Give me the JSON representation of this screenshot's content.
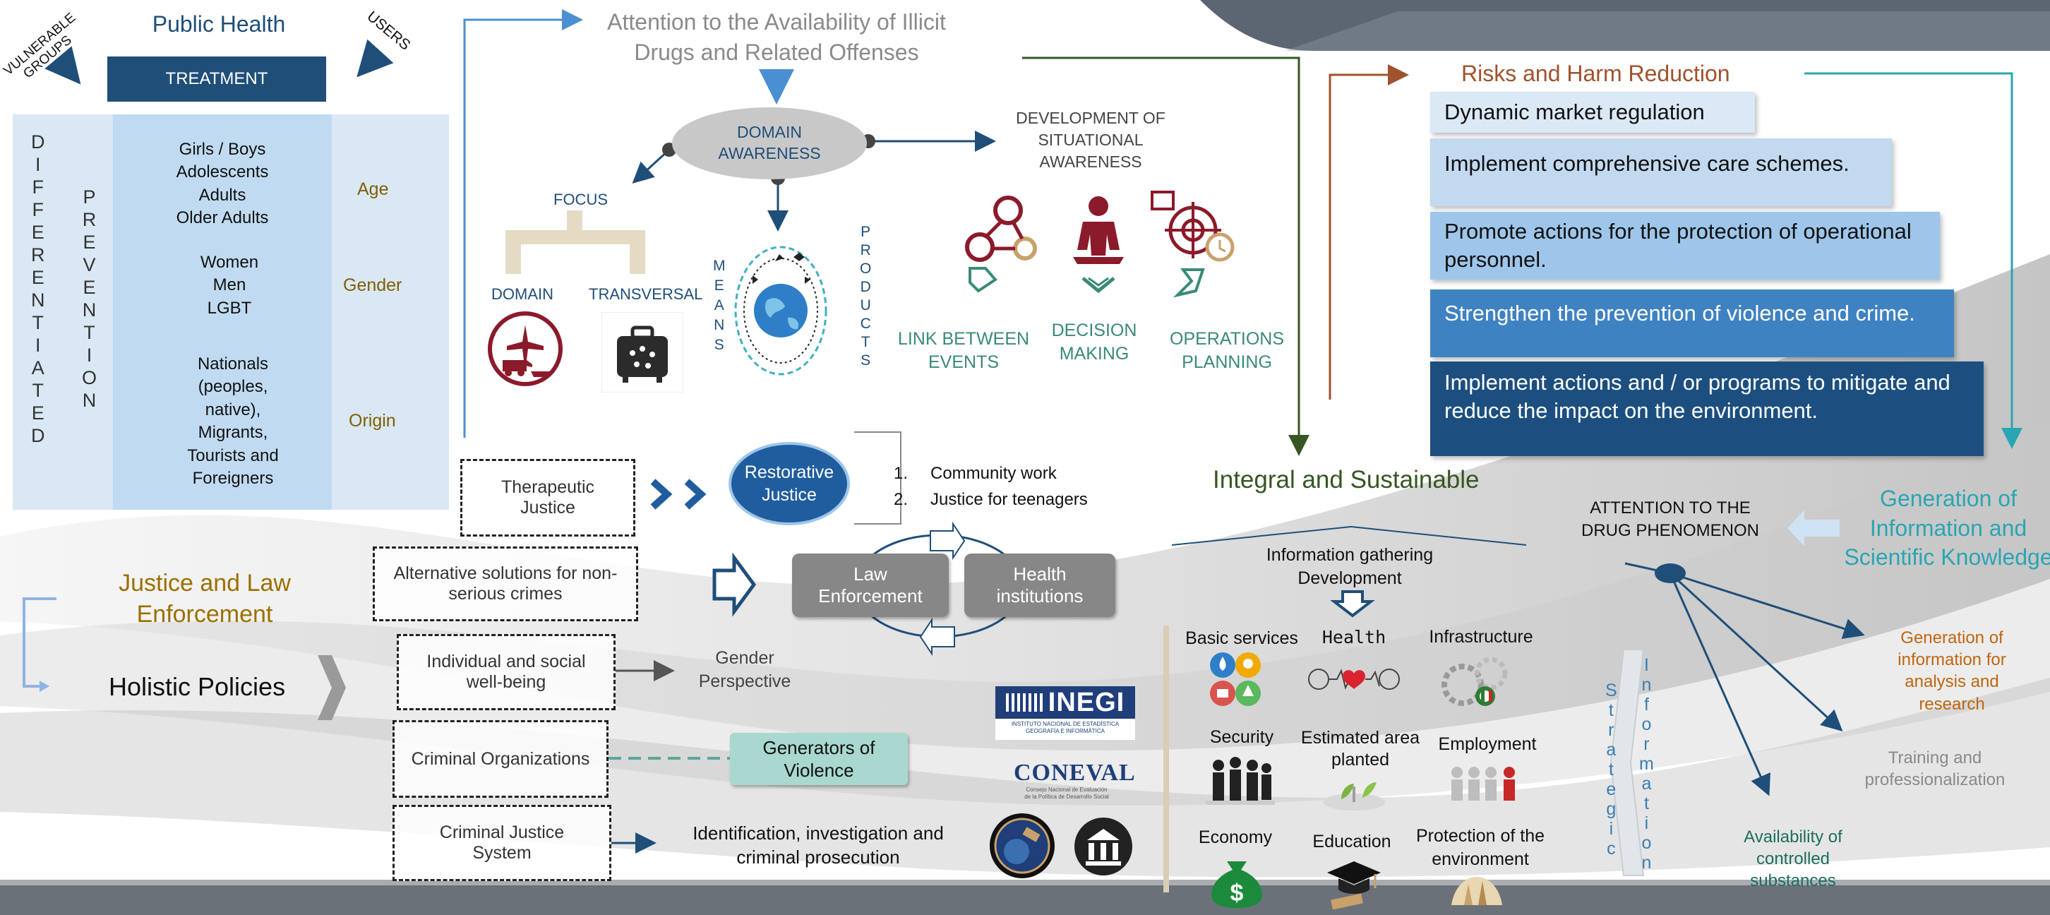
{
  "public_health": {
    "vulnerable_groups": "VULNERABLE GROUPS",
    "users": "USERS",
    "title": "Public Health",
    "treatment": "TREATMENT",
    "differentiated": "DIFFERENTIATED",
    "prevention": "PREVENTION",
    "groups": [
      {
        "items": [
          "Girls / Boys",
          "Adolescents",
          "Adults",
          "Older Adults"
        ],
        "category": "Age"
      },
      {
        "items": [
          "Women",
          "Men",
          "LGBT"
        ],
        "category": "Gender"
      },
      {
        "items": [
          "Nationals",
          "(peoples,",
          "native),",
          "Migrants,",
          "Tourists and",
          "Foreigners"
        ],
        "category": "Origin"
      }
    ]
  },
  "attention": {
    "title_line1": "Attention to the Availability of Illicit",
    "title_line2": "Drugs and Related Offenses",
    "domain_awareness_1": "DOMAIN",
    "domain_awareness_2": "AWARENESS",
    "focus": "FOCUS",
    "domain": "DOMAIN",
    "transversal": "TRANSVERSAL",
    "means": "MEANS",
    "products": "PRODUCTS",
    "situational_1": "DEVELOPMENT OF",
    "situational_2": "SITUATIONAL",
    "situational_3": "AWARENESS",
    "link_1": "LINK BETWEEN",
    "link_2": "EVENTS",
    "decision_1": "DECISION",
    "decision_2": "MAKING",
    "operations_1": "OPERATIONS",
    "operations_2": "PLANNING"
  },
  "risks": {
    "title": "Risks and Harm Reduction",
    "items": [
      "Dynamic market regulation",
      "Implement comprehensive care schemes.",
      "Promote actions for the protection of operational personnel.",
      "Strengthen the prevention of violence and crime.",
      "Implement actions and / or programs to mitigate and reduce the impact on the environment."
    ],
    "colors": [
      "#dbe8f5",
      "#c2d9f0",
      "#9ec6ea",
      "#3f82c2",
      "#1c4f80"
    ]
  },
  "justice": {
    "title_1": "Justice and Law",
    "title_2": "Enforcement",
    "holistic": "Holistic Policies",
    "therapeutic_1": "Therapeutic",
    "therapeutic_2": "Justice",
    "restorative_1": "Restorative",
    "restorative_2": "Justice",
    "list": [
      "Community work",
      "Justice for teenagers"
    ],
    "alternative_1": "Alternative solutions for non-",
    "alternative_2": "serious crimes",
    "law_1": "Law",
    "law_2": "Enforcement",
    "health_1": "Health",
    "health_2": "institutions",
    "wellbeing_1": "Individual and social",
    "wellbeing_2": "well-being",
    "gender_1": "Gender",
    "gender_2": "Perspective",
    "criminal_orgs": "Criminal Organizations",
    "generators_1": "Generators of",
    "generators_2": "Violence",
    "cjs_1": "Criminal Justice",
    "cjs_2": "System",
    "identification_1": "Identification, investigation and",
    "identification_2": "criminal prosecution",
    "inegi": "INEGI",
    "inegi_sub_1": "INSTITUTO NACIONAL DE ESTADÍSTICA",
    "inegi_sub_2": "GEOGRAFÍA E INFORMÁTICA",
    "coneval": "CONEVAL",
    "coneval_sub_1": "Consejo Nacional de Evaluación",
    "coneval_sub_2": "de la Política de Desarrollo Social"
  },
  "integral": {
    "title": "Integral and Sustainable",
    "info_1": "Information gathering",
    "info_2": "Development",
    "cells": [
      "Basic services",
      "Health",
      "Infrastructure",
      "Security",
      "Estimated area planted",
      "Employment",
      "Economy",
      "Education",
      "Protection of the environment"
    ]
  },
  "generation": {
    "attention_1": "ATTENTION TO THE",
    "attention_2": "DRUG PHENOMENON",
    "title_1": "Generation of",
    "title_2": "Information and",
    "title_3": "Scientific Knowledge",
    "strategic": "Strategic",
    "information": "Information",
    "branch_1": [
      "Generation of",
      "information for",
      "analysis and",
      "research"
    ],
    "branch_2": [
      "Training and",
      "professionalization"
    ],
    "branch_3": [
      "Availability of",
      "controlled",
      "substances"
    ]
  },
  "colors": {
    "navy": "#1f4e79",
    "light_blue_panel": "#dae8f5",
    "mid_blue_panel": "#c0dbf1",
    "olive": "#7f6000",
    "gold": "#9c6f00",
    "teal": "#2aa5b3",
    "green_text": "#3a8a77",
    "dark_green": "#375623",
    "brown": "#a0522d",
    "maroon": "#8b1a2b",
    "restorative": "#1f5d9e",
    "generators": "#a8d8cf",
    "orange": "#c0650f"
  }
}
